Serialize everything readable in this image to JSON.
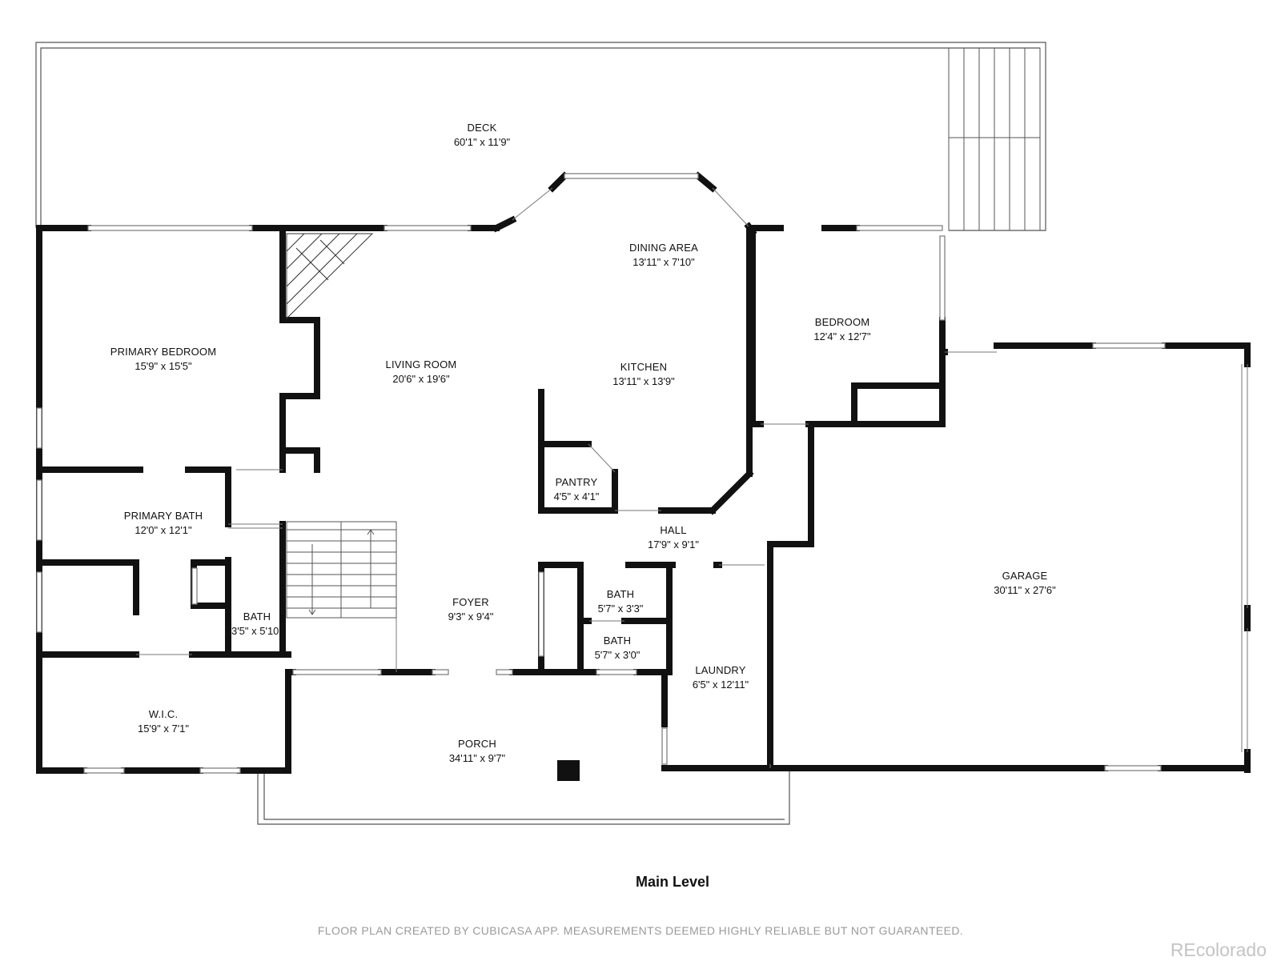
{
  "rooms": [
    {
      "key": "deck",
      "name": "DECK",
      "dims": "60'1\" x 11'9\""
    },
    {
      "key": "dining",
      "name": "DINING AREA",
      "dims": "13'11\" x 7'10\""
    },
    {
      "key": "primary_bedroom",
      "name": "PRIMARY BEDROOM",
      "dims": "15'9\" x 15'5\""
    },
    {
      "key": "living",
      "name": "LIVING ROOM",
      "dims": "20'6\" x 19'6\""
    },
    {
      "key": "kitchen",
      "name": "KITCHEN",
      "dims": "13'11\" x 13'9\""
    },
    {
      "key": "bedroom",
      "name": "BEDROOM",
      "dims": "12'4\" x 12'7\""
    },
    {
      "key": "pantry",
      "name": "PANTRY",
      "dims": "4'5\" x 4'1\""
    },
    {
      "key": "primary_bath",
      "name": "PRIMARY BATH",
      "dims": "12'0\" x 12'1\""
    },
    {
      "key": "hall",
      "name": "HALL",
      "dims": "17'9\" x 9'1\""
    },
    {
      "key": "garage",
      "name": "GARAGE",
      "dims": "30'11\" x 27'6\""
    },
    {
      "key": "foyer",
      "name": "FOYER",
      "dims": "9'3\" x 9'4\""
    },
    {
      "key": "bath_upper",
      "name": "BATH",
      "dims": "5'7\" x 3'3\""
    },
    {
      "key": "bath_small",
      "name": "BATH",
      "dims": "3'5\" x 5'10\""
    },
    {
      "key": "bath_lower",
      "name": "BATH",
      "dims": "5'7\" x 3'0\""
    },
    {
      "key": "laundry",
      "name": "LAUNDRY",
      "dims": "6'5\" x 12'11\""
    },
    {
      "key": "wic",
      "name": "W.I.C.",
      "dims": "15'9\" x 7'1\""
    },
    {
      "key": "porch",
      "name": "PORCH",
      "dims": "34'11\" x 9'7\""
    }
  ],
  "level_title": "Main Level",
  "disclaimer": "FLOOR PLAN CREATED BY CUBICASA APP. MEASUREMENTS DEEMED HIGHLY RELIABLE BUT NOT GUARANTEED.",
  "brand": "REcolorado",
  "colors": {
    "wall": "#111111",
    "thin": "#555555",
    "window": "#888888"
  }
}
